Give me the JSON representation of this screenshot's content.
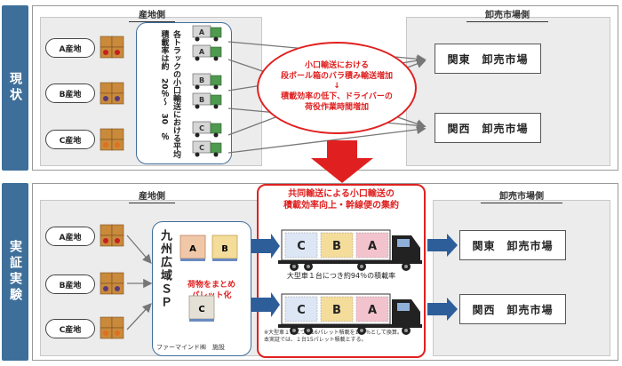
{
  "sections": {
    "current": {
      "label": "現状"
    },
    "trial": {
      "label": "実証実験"
    }
  },
  "zones": {
    "origin_side": "産地側",
    "market_side": "卸売市場側"
  },
  "origins": [
    "A産地",
    "B産地",
    "C産地"
  ],
  "markets": [
    "関東　卸売市場",
    "関西　卸売市場"
  ],
  "current": {
    "load_rate_text": "各トラックの小口輸送における平均積載率は約　20％～　30　％",
    "truck_labels": [
      "A",
      "A",
      "B",
      "B",
      "C",
      "C"
    ],
    "issue_line1": "小口輸送における",
    "issue_line2": "段ボール箱のバラ積み輸送増加",
    "issue_arrow": "↓",
    "issue_line3": "積載効率の低下、ドライバーの",
    "issue_line4": "荷役作業時間増加"
  },
  "trial": {
    "hub_name": "九州広域ＳＰ",
    "pallet_labels": [
      "A",
      "B",
      "C"
    ],
    "hub_caption_line1": "荷物をまとめ",
    "hub_caption_line2": "パレット化",
    "facility_name": "ファーマインド㈱　施設",
    "joint_title_line1": "共同輸送による小口輸送の",
    "joint_title_line2": "積載効率向上・幹線便の集約",
    "truck_cargo": [
      "C",
      "B",
      "A"
    ],
    "load_rate_text": "大型車１台につき約94％の積載率",
    "note_line1": "※大型車１台につき16パレット積載を100％として換算。",
    "note_line2": "本実証では、１台15パレット積載とする。"
  },
  "colors": {
    "sidebar": "#3e6f9a",
    "alert_red": "#e02020",
    "truck_green": "#4e9a4e",
    "box_brown": "#c98a3c"
  }
}
